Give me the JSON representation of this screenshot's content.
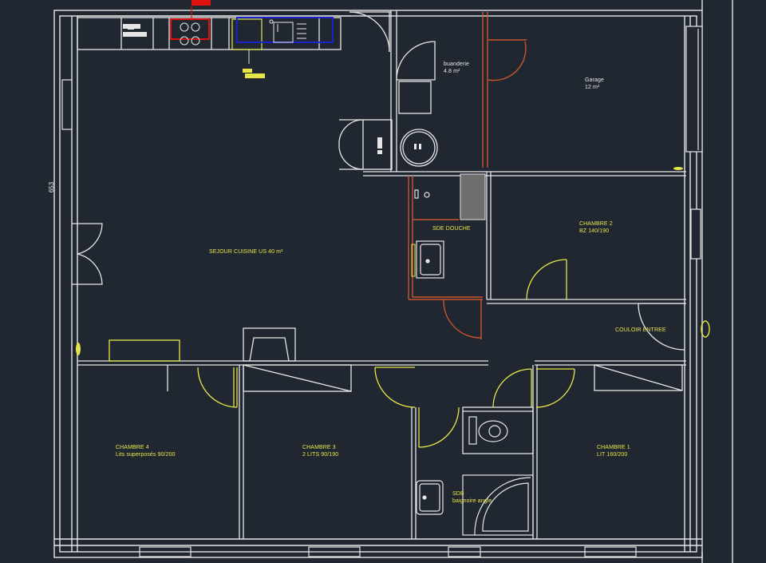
{
  "drawing": {
    "type": "architectural floor plan (CAD)",
    "background": "#212730",
    "colors": {
      "walls": "#e6e6e6",
      "labels_rooms": "#e6e64a",
      "labels_utility": "#e8e8e8",
      "doors_yellow": "#e6e64a",
      "bathroom_walls": "#c8552e",
      "stove": "#e01010",
      "sink_block": "#1a22c8",
      "fridge_block": "#e6e64a",
      "shower_tray": "#6e6e6e"
    },
    "dimension": "653"
  },
  "rooms": {
    "sejour": {
      "name": "SEJOUR CUISINE US  40 m²"
    },
    "buanderie": {
      "name": "buanderie",
      "area": "4.8 m²"
    },
    "garage": {
      "name": "Garage",
      "area": "12 m²"
    },
    "chambre2": {
      "name": "CHAMBRE 2",
      "bed": "BZ 140/190"
    },
    "sde": {
      "name": "SDE  DOUCHE"
    },
    "couloir": {
      "name": "COULOIR ENTREE"
    },
    "chambre4": {
      "name": "CHAMBRE 4",
      "bed": "Lits superposés 90/200"
    },
    "chambre3": {
      "name": "CHAMBRE 3",
      "bed": "2 LITS 90/190"
    },
    "chambre1": {
      "name": "CHAMBRE 1",
      "bed": "LIT 160/200"
    },
    "sdb": {
      "name": "SDB",
      "bath": "baignoire angle"
    }
  }
}
